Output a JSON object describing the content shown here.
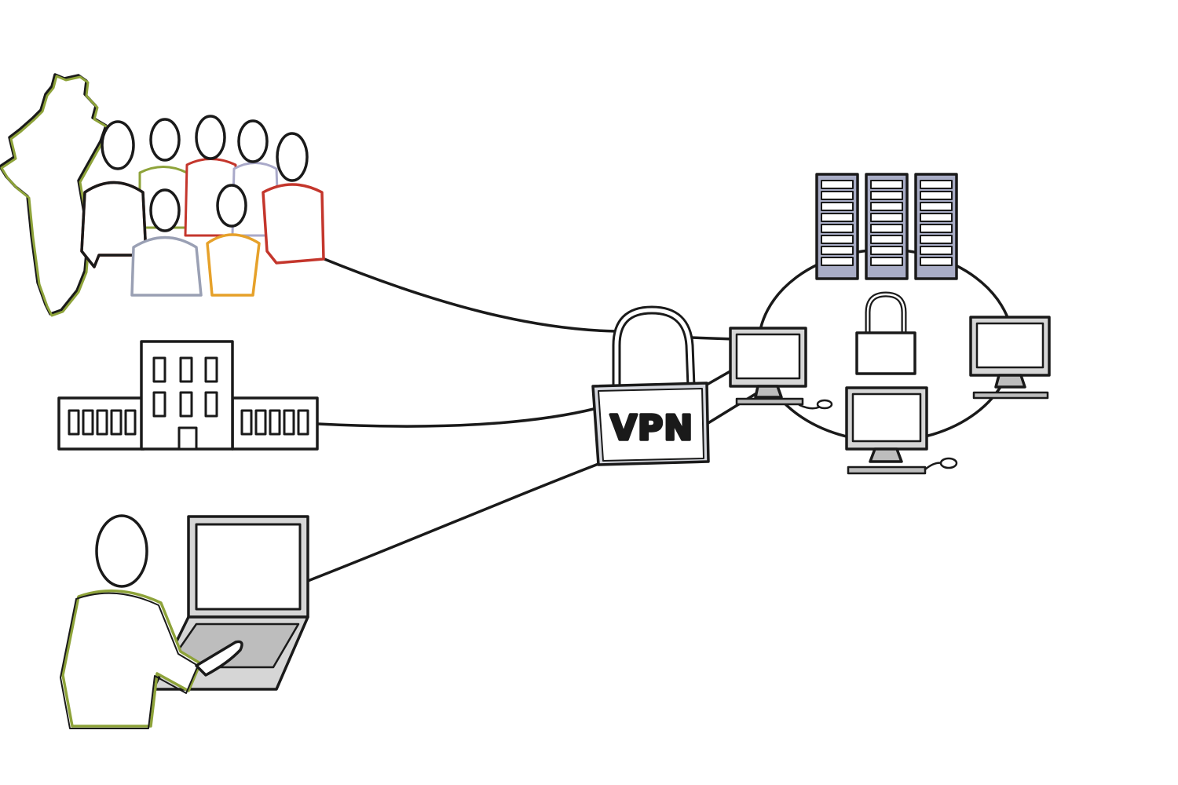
{
  "diagram": {
    "hub": {
      "label": "VPN"
    },
    "nodes": [
      {
        "id": "remote-team",
        "icon": "people-group-icon"
      },
      {
        "id": "branch-office",
        "icon": "office-building-icon"
      },
      {
        "id": "remote-worker",
        "icon": "person-laptop-icon"
      },
      {
        "id": "private-network",
        "icon": "network-ring-icon"
      }
    ],
    "colors": {
      "outline": "#1a1a1a",
      "olive": "#8ea33a",
      "red": "#c4362c",
      "orange": "#e6a12a",
      "lavender": "#a9a9c9",
      "steel": "#9aa0b4",
      "gray": "#cfcfcf"
    }
  }
}
